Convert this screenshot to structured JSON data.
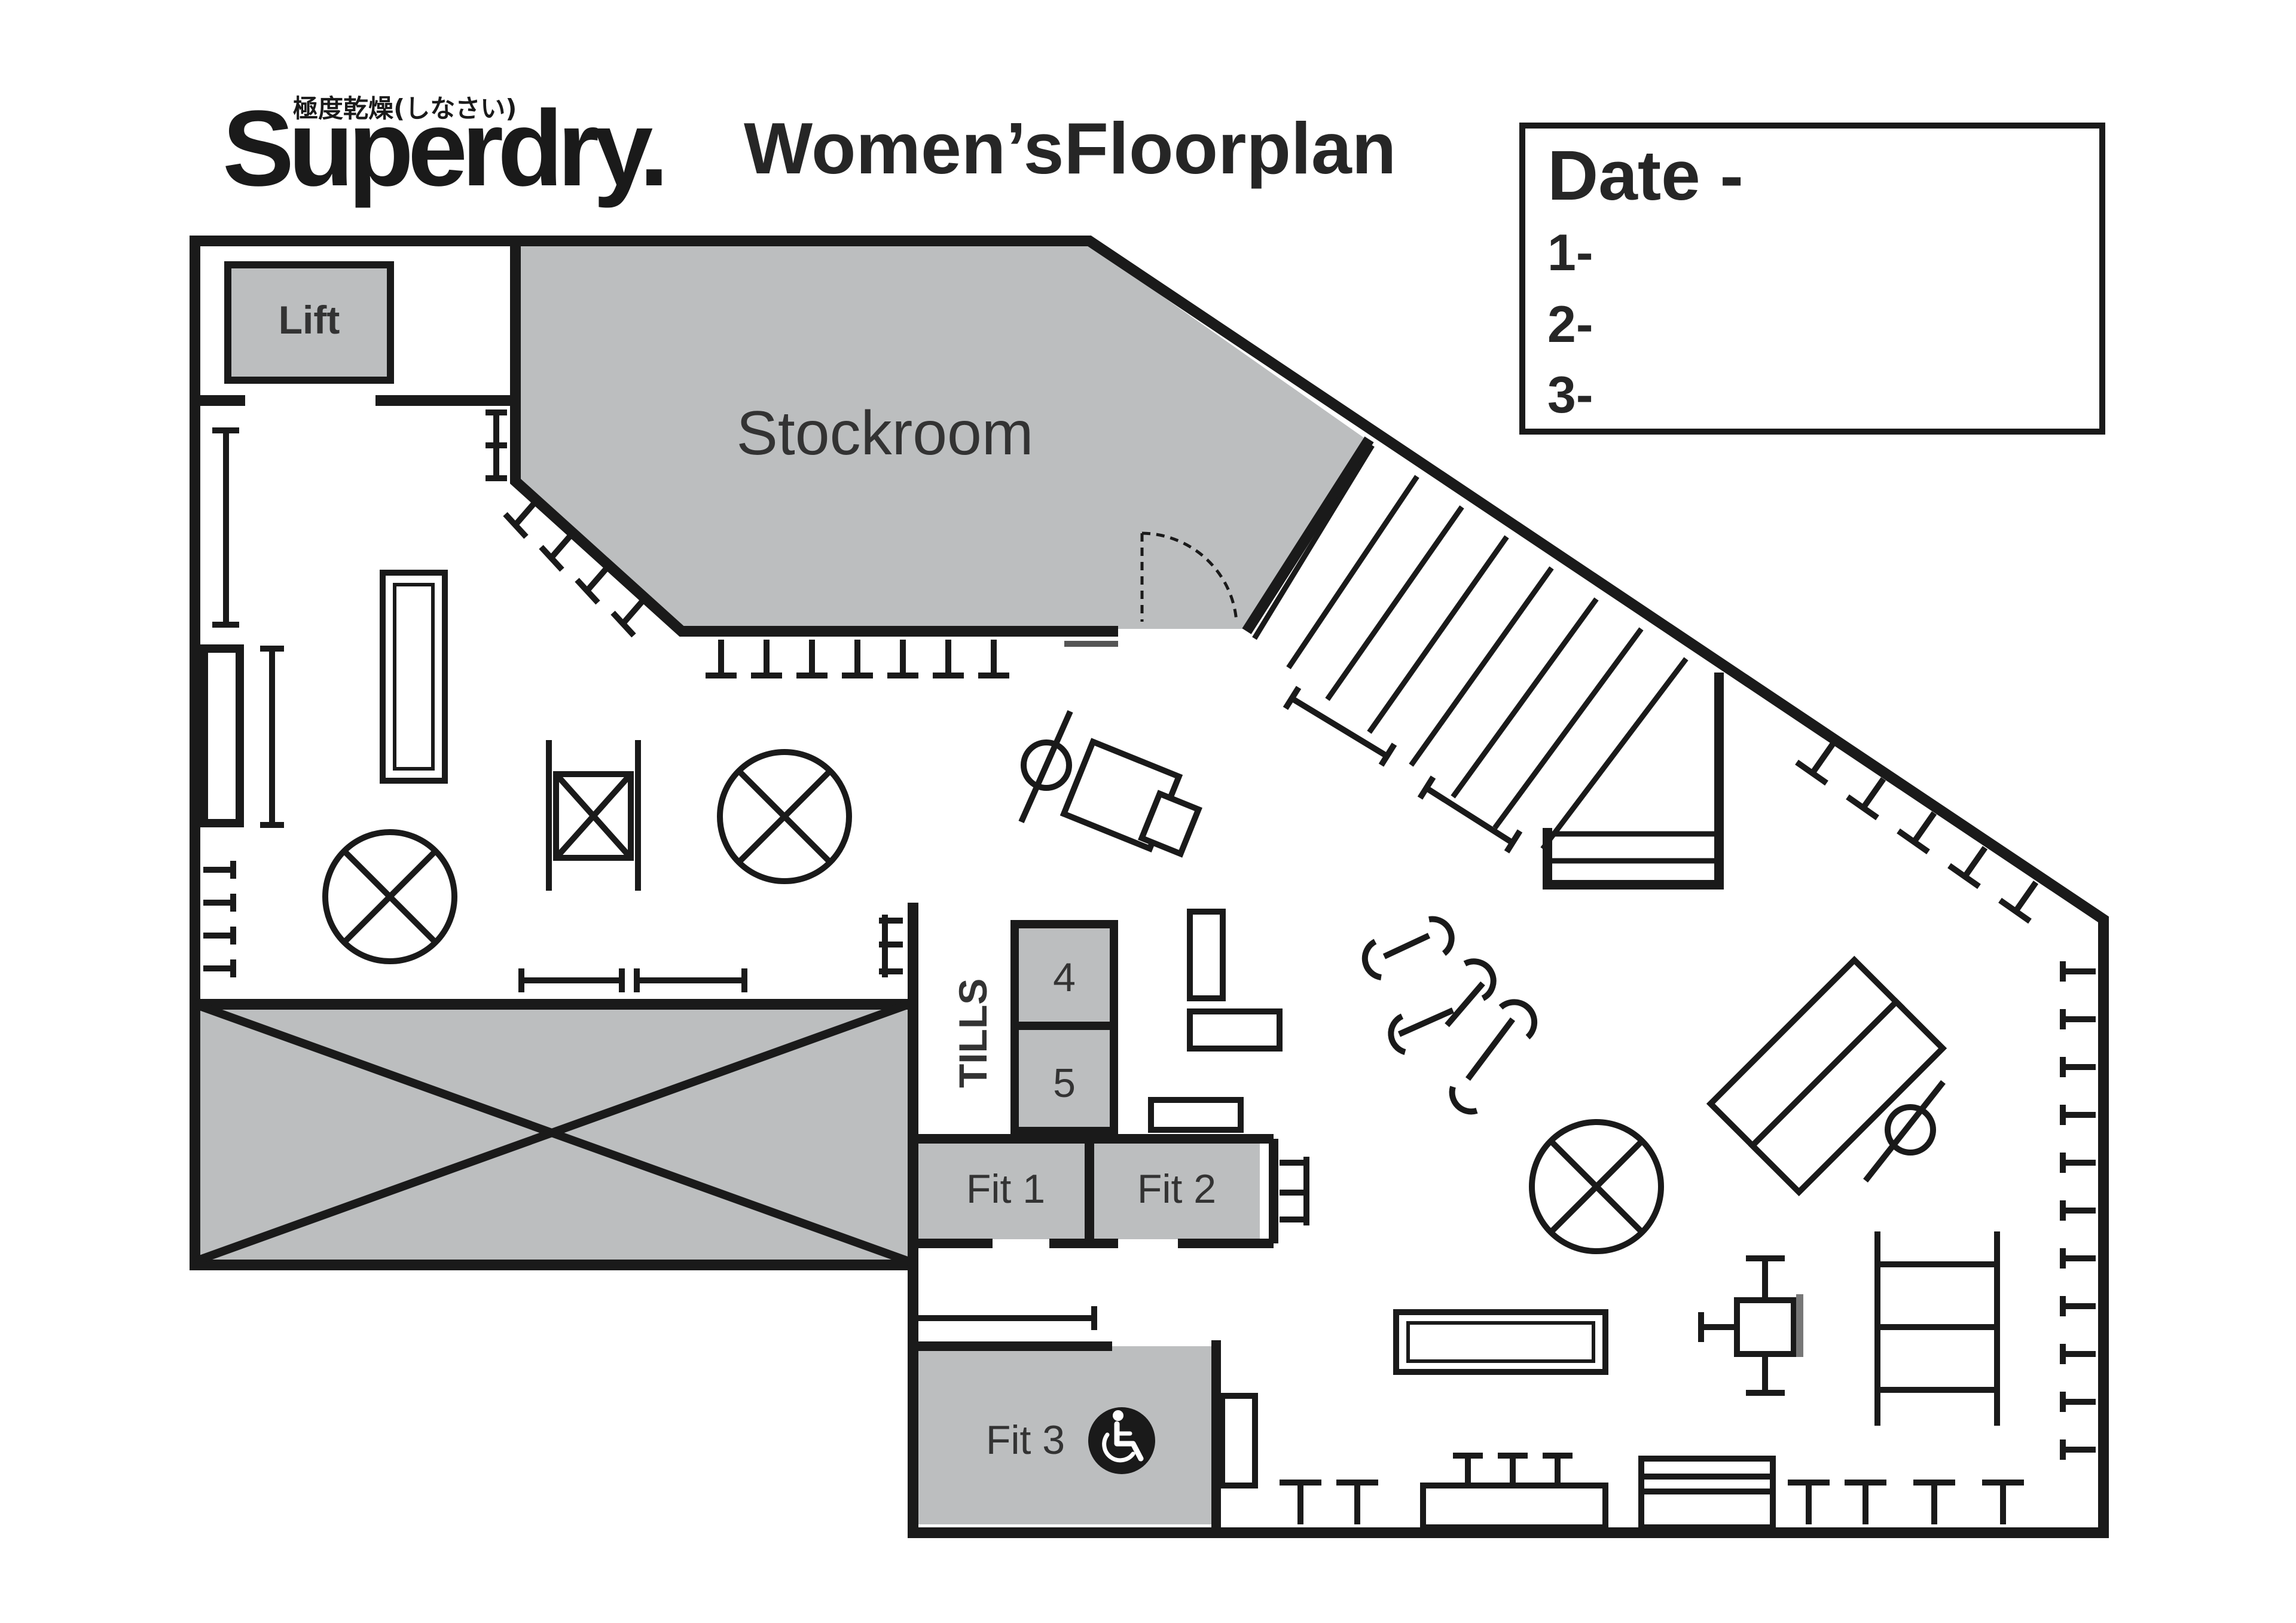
{
  "header": {
    "logo_text": "Superdry.",
    "logo_subtext": "極度乾燥(しなさい)",
    "title": "Women’sFloorplan"
  },
  "date_box": {
    "heading": "Date -",
    "lines": [
      "1-",
      "2-",
      "3-"
    ]
  },
  "rooms": {
    "lift": "Lift",
    "stockroom": "Stockroom",
    "tills": "TILLS",
    "till_4": "4",
    "till_5": "5",
    "fit_1": "Fit 1",
    "fit_2": "Fit 2",
    "fit_3": "Fit 3"
  },
  "icons": {
    "accessible": "wheelchair-icon"
  },
  "colors": {
    "wall": "#1a1a1a",
    "room_fill": "#bcbebf",
    "background": "#ffffff",
    "text": "#333333"
  }
}
